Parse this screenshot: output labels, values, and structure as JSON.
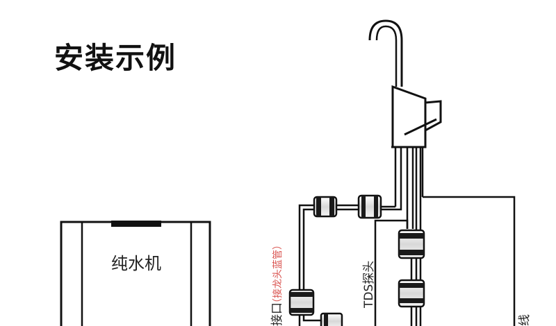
{
  "title": "安装示例",
  "labels": {
    "purifier": "纯水机",
    "tds_probe": "TDS探头",
    "inlet_port": "接口",
    "inlet_note": "（接龙头蓝管）",
    "wire": "线"
  },
  "colors": {
    "line": "#111111",
    "note": "#d9534f",
    "fitting_light": "#f2f2f2",
    "fitting_dark": "#1a1a1a"
  },
  "icons": [
    "faucet-icon",
    "water-filter-machine-icon",
    "inline-filter-icon"
  ]
}
